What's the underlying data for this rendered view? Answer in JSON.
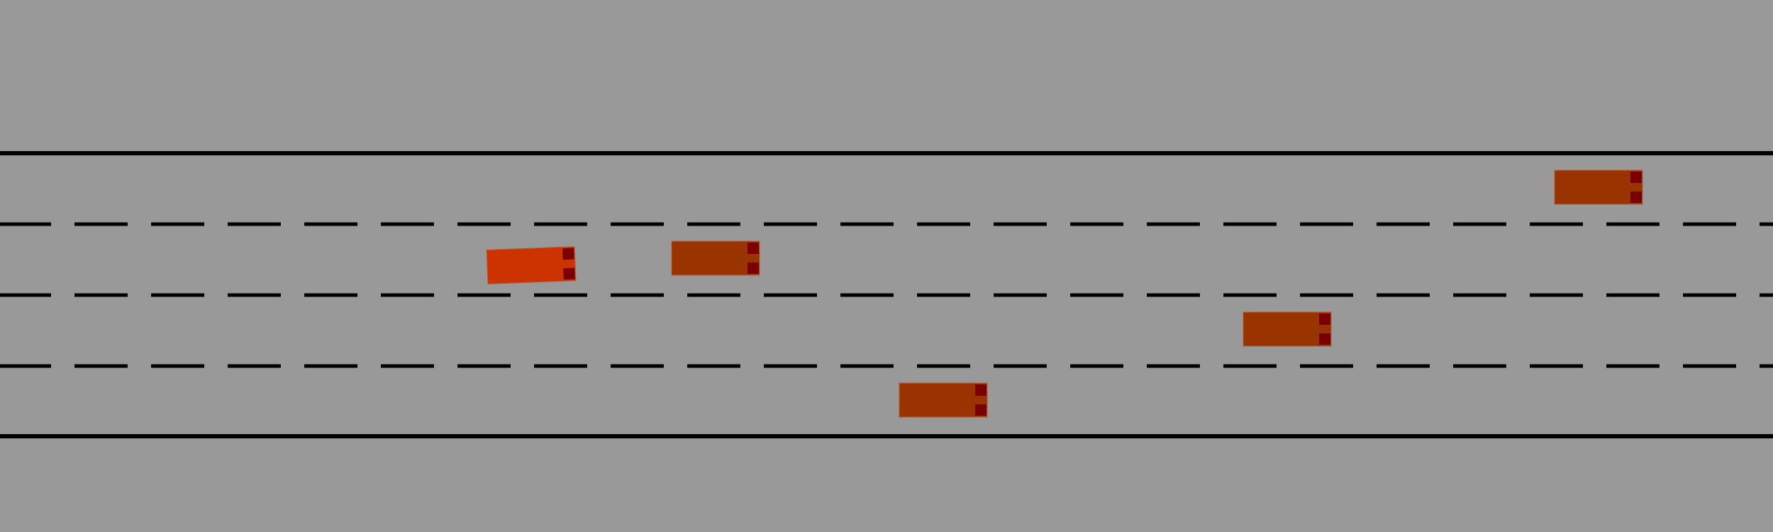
{
  "scene": {
    "type": "highway-driving-simulation",
    "lane_count": 4,
    "colors": {
      "background": "#999999",
      "lane_line": "#000000",
      "ego_vehicle": "#CC3300",
      "other_vehicle": "#993300",
      "vehicle_light": "#7A0000"
    }
  },
  "vehicles": [
    {
      "id": "ego",
      "role": "ego",
      "lane": 1
    },
    {
      "id": "car-1",
      "role": "other",
      "lane": 1
    },
    {
      "id": "car-2",
      "role": "other",
      "lane": 0
    },
    {
      "id": "car-3",
      "role": "other",
      "lane": 2
    },
    {
      "id": "car-4",
      "role": "other",
      "lane": 3
    }
  ]
}
